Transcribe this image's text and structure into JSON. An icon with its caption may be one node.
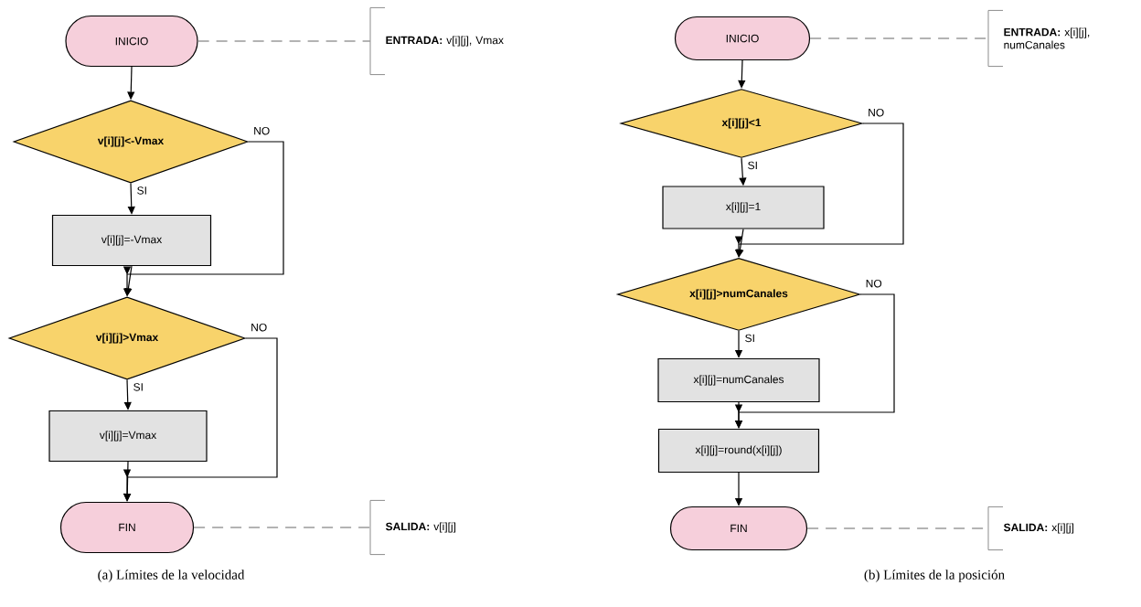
{
  "diagram": {
    "nodes": [
      {
        "text": [
          "INICIO"
        ]
      },
      {
        "text": [
          "**ENTRADA:** v[i][j], Vmax"
        ]
      },
      {
        "text": [
          "v[i][j]<-Vmax"
        ]
      },
      {
        "text": [
          "v[i][j]=-Vmax"
        ]
      },
      {
        "text": [
          "v[i][j]>Vmax"
        ]
      },
      {
        "text": [
          "v[i][j]=Vmax"
        ]
      },
      {
        "text": [
          "FIN"
        ]
      },
      {
        "text": [
          "**SALIDA:** v[i][j]"
        ]
      },
      {
        "text": [
          "INICIO"
        ]
      },
      {
        "text": [
          "**ENTRADA:** x[i][j], numCanales"
        ]
      },
      {
        "text": [
          "x[i][j]<1"
        ]
      },
      {
        "text": [
          "x[i][j]=1"
        ]
      },
      {
        "text": [
          "x[i][j]>numCanales"
        ]
      },
      {
        "text": [
          "x[i][j]=numCanales"
        ]
      },
      {
        "text": [
          "x[i][j]=round(x[i][j])"
        ]
      },
      {
        "text": [
          "FIN"
        ]
      },
      {
        "text": [
          "**SALIDA:** x[i][j]"
        ]
      }
    ],
    "edges": [
      {
        "from": 0,
        "to": 1,
        "arrow": "none",
        "style": "dashed",
        "color": "#9a9a9a"
      },
      {
        "from": 0,
        "to": 2,
        "arrow": "to"
      },
      {
        "from": 2,
        "to": 3,
        "arrow": "to",
        "label": "SI"
      },
      {
        "from": 2,
        "to": 4,
        "arrow": "to",
        "label": "NO"
      },
      {
        "from": 3,
        "to": 4,
        "arrow": "to"
      },
      {
        "from": 4,
        "to": 5,
        "arrow": "to",
        "label": "SI"
      },
      {
        "from": 4,
        "to": 6,
        "arrow": "to",
        "label": "NO"
      },
      {
        "from": 5,
        "to": 6,
        "arrow": "to"
      },
      {
        "from": 6,
        "to": 7,
        "arrow": "none",
        "style": "dashed",
        "color": "#9a9a9a"
      },
      {
        "from": 8,
        "to": 9,
        "arrow": "none",
        "style": "dashed",
        "color": "#9a9a9a"
      },
      {
        "from": 8,
        "to": 10,
        "arrow": "to"
      },
      {
        "from": 10,
        "to": 11,
        "arrow": "to",
        "label": "SI"
      },
      {
        "from": 10,
        "to": 12,
        "arrow": "to",
        "label": "NO"
      },
      {
        "from": 11,
        "to": 12,
        "arrow": "to"
      },
      {
        "from": 12,
        "to": 13,
        "arrow": "to",
        "label": "SI"
      },
      {
        "from": 12,
        "to": 14,
        "arrow": "to",
        "label": "NO"
      },
      {
        "from": 13,
        "to": 14,
        "arrow": "to"
      },
      {
        "from": 14,
        "to": 15,
        "arrow": "to"
      },
      {
        "from": 15,
        "to": 16,
        "arrow": "none",
        "style": "dashed",
        "color": "#9a9a9a"
      }
    ],
    "labels": [
      "(a) Límites de la velocidad",
      "(b) Límites de la posición"
    ]
  }
}
